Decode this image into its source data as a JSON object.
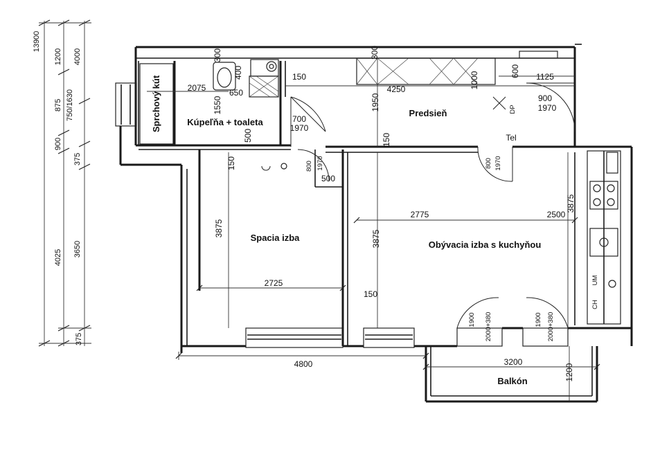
{
  "rooms": {
    "shower": "Sprchový kút",
    "bathroom": "Kúpeľňa + toaleta",
    "hallway": "Predsieň",
    "bedroom": "Spacia izba",
    "living": "Obývacia izba s kuchyňou",
    "balcony": "Balkón",
    "tel": "Tel"
  },
  "left_dims": {
    "total": "13900",
    "d1200": "1200",
    "d875": "875",
    "d900": "900",
    "d4025": "4025",
    "d375b": "375",
    "d4000": "4000",
    "d750_1630": "750/1630",
    "d375": "375",
    "d3650": "3650"
  },
  "dims": {
    "top_300a": "300",
    "top_400": "400",
    "top_2075": "2075",
    "top_650": "650",
    "top_150": "150",
    "top_300b": "300",
    "top_4250": "4250",
    "top_1000": "1000",
    "top_600": "600",
    "top_1125": "1125",
    "door_900": "900",
    "door_1970a": "1970",
    "bath_1550": "1550",
    "hall_1950": "1950",
    "door_700": "700",
    "door_1970b": "1970",
    "bath_500": "500",
    "hall_150": "150",
    "bed_150": "150",
    "door_800a": "800",
    "door_1970c": "1970",
    "wc_500": "500",
    "door_800b": "800",
    "door_1970d": "1970",
    "side_3875": "3875",
    "bed_3875": "3875",
    "living_3875": "3875",
    "living_2775": "2775",
    "living_2500": "2500",
    "bed_2725": "2725",
    "living_150": "150",
    "win_1900a": "1900",
    "win_2000a": "2000+380",
    "win_1900b": "1900",
    "win_2000b": "2000+380",
    "bottom_4800": "4800",
    "bottom_3200": "3200",
    "balc_1200": "1200",
    "dp_label": "DP",
    "um": "UM",
    "ch": "CH"
  }
}
